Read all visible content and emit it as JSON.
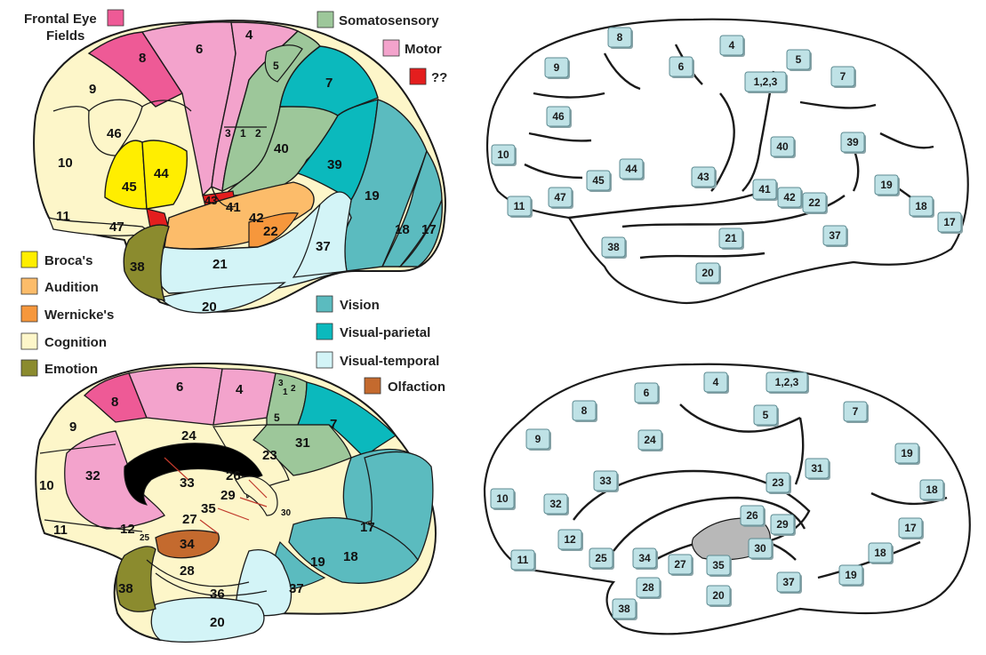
{
  "legend": [
    {
      "key": "frontal_eye_fields",
      "label": "Frontal Eye Fields",
      "color": "#ee5a96"
    },
    {
      "key": "somatosensory",
      "label": "Somatosensory",
      "color": "#9dc79a"
    },
    {
      "key": "motor",
      "label": "Motor",
      "color": "#f3a3cc"
    },
    {
      "key": "unknown",
      "label": "??",
      "color": "#e41e1e"
    },
    {
      "key": "broca",
      "label": "Broca's",
      "color": "#ffee00"
    },
    {
      "key": "audition",
      "label": "Audition",
      "color": "#fcbc6a"
    },
    {
      "key": "wernicke",
      "label": "Wernicke's",
      "color": "#f6973c"
    },
    {
      "key": "cognition",
      "label": "Cognition",
      "color": "#fdf6c9"
    },
    {
      "key": "emotion",
      "label": "Emotion",
      "color": "#8b8b2e"
    },
    {
      "key": "vision",
      "label": "Vision",
      "color": "#5bbbbf"
    },
    {
      "key": "visual_parietal",
      "label": "Visual-parietal",
      "color": "#0bb9bd"
    },
    {
      "key": "visual_temporal",
      "label": "Visual-temporal",
      "color": "#d3f4f7"
    },
    {
      "key": "olfaction",
      "label": "Olfaction",
      "color": "#c46a2e"
    }
  ],
  "lateral_colored_labels": [
    "8",
    "6",
    "4",
    "5",
    "7",
    "9",
    "46",
    "10",
    "45",
    "44",
    "3",
    "1",
    "2",
    "40",
    "39",
    "19",
    "43",
    "41",
    "42",
    "22",
    "18",
    "17",
    "11",
    "47",
    "38",
    "21",
    "37",
    "20"
  ],
  "medial_colored_labels": [
    "3",
    "1",
    "2",
    "6",
    "4",
    "8",
    "5",
    "7",
    "9",
    "24",
    "23",
    "31",
    "32",
    "33",
    "26",
    "29",
    "30",
    "10",
    "35",
    "27",
    "11",
    "12",
    "25",
    "34",
    "28",
    "36",
    "19",
    "18",
    "17",
    "38",
    "37",
    "20"
  ],
  "lateral_tag_labels": [
    "8",
    "4",
    "6",
    "5",
    "9",
    "1,2,3",
    "7",
    "46",
    "40",
    "39",
    "10",
    "44",
    "45",
    "43",
    "41",
    "42",
    "22",
    "19",
    "11",
    "47",
    "18",
    "17",
    "38",
    "21",
    "37",
    "20"
  ],
  "medial_tag_labels": [
    "6",
    "4",
    "1,2,3",
    "8",
    "5",
    "7",
    "9",
    "24",
    "31",
    "19",
    "33",
    "23",
    "10",
    "32",
    "18",
    "26",
    "29",
    "17",
    "12",
    "25",
    "34",
    "30",
    "11",
    "27",
    "35",
    "18",
    "37",
    "19",
    "28",
    "20",
    "38"
  ],
  "colors": {
    "outline": "#1a1a1a",
    "tag_fill": "#bfe2e6",
    "tag_border": "#5c8a91",
    "corpus": "#000000",
    "ventricle_hatch": "#9a9a9a"
  }
}
